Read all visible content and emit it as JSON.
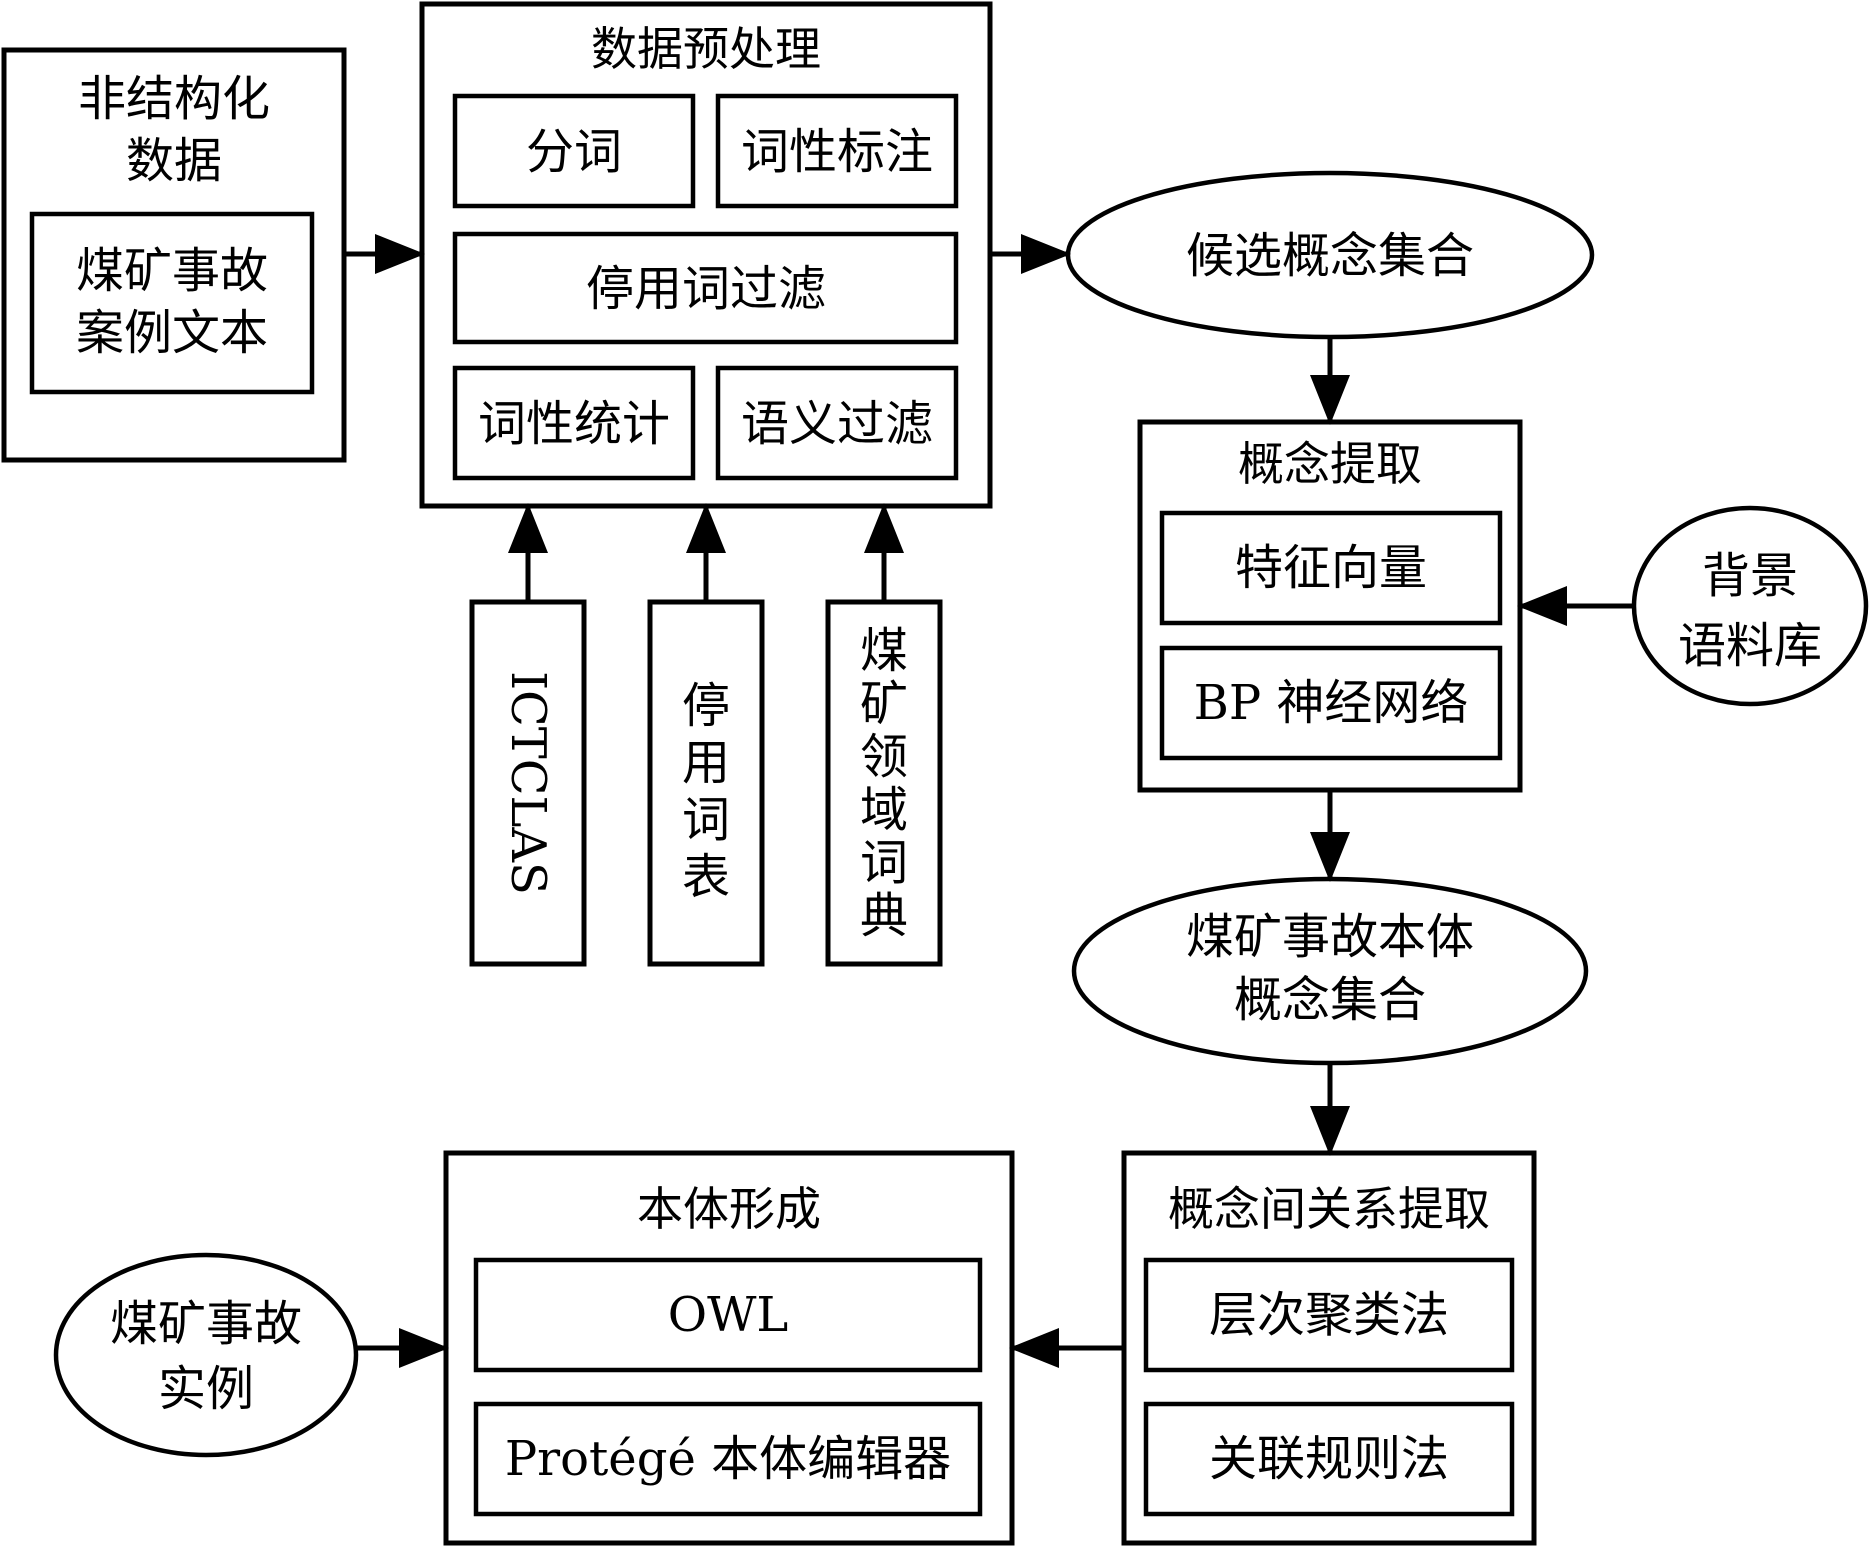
{
  "nodes": {
    "unstructured": {
      "title_lines": [
        "非结构化",
        "数据"
      ],
      "inner_lines": [
        "煤矿事故",
        "案例文本"
      ]
    },
    "preprocess": {
      "title": "数据预处理",
      "segmentation": "分词",
      "pos_tagging": "词性标注",
      "stopword_filter": "停用词过滤",
      "pos_stats": "词性统计",
      "semantic_filter": "语义过滤"
    },
    "ictclas": "ICTCLAS",
    "stopword_list": [
      "停",
      "用",
      "词",
      "表"
    ],
    "domain_dict": [
      "煤",
      "矿",
      "领",
      "域",
      "词",
      "典"
    ],
    "candidates": "候选概念集合",
    "concept_extraction": {
      "title": "概念提取",
      "feature_vector": "特征向量",
      "bp_network": "BP 神经网络"
    },
    "background_corpus": [
      "背景",
      "语料库"
    ],
    "ontology_concepts": [
      "煤矿事故本体",
      "概念集合"
    ],
    "relation_extraction": {
      "title": "概念间关系提取",
      "hierarchical_clustering": "层次聚类法",
      "association_rules": "关联规则法"
    },
    "ontology_formation": {
      "title": "本体形成",
      "owl": "OWL",
      "protege": "Protégé 本体编辑器"
    },
    "accident_instances": [
      "煤矿事故",
      "实例"
    ]
  }
}
